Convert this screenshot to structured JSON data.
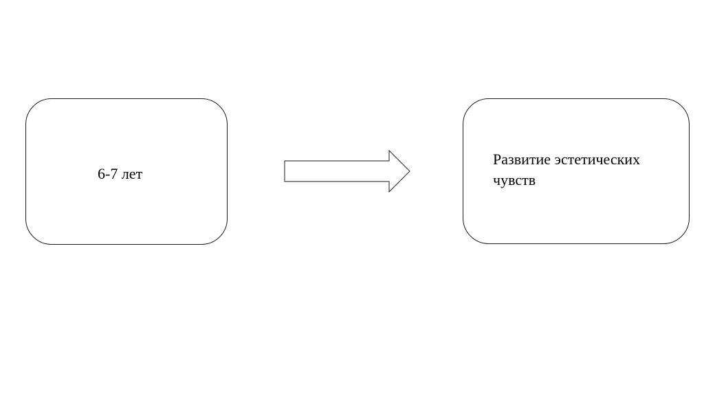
{
  "diagram": {
    "left_box": {
      "label": "6-7 лет"
    },
    "right_box": {
      "label": "Развитие эстетических чувств"
    },
    "arrow": {
      "direction": "right",
      "stroke_color": "#1a1a1a",
      "fill_color": "#ffffff"
    }
  }
}
